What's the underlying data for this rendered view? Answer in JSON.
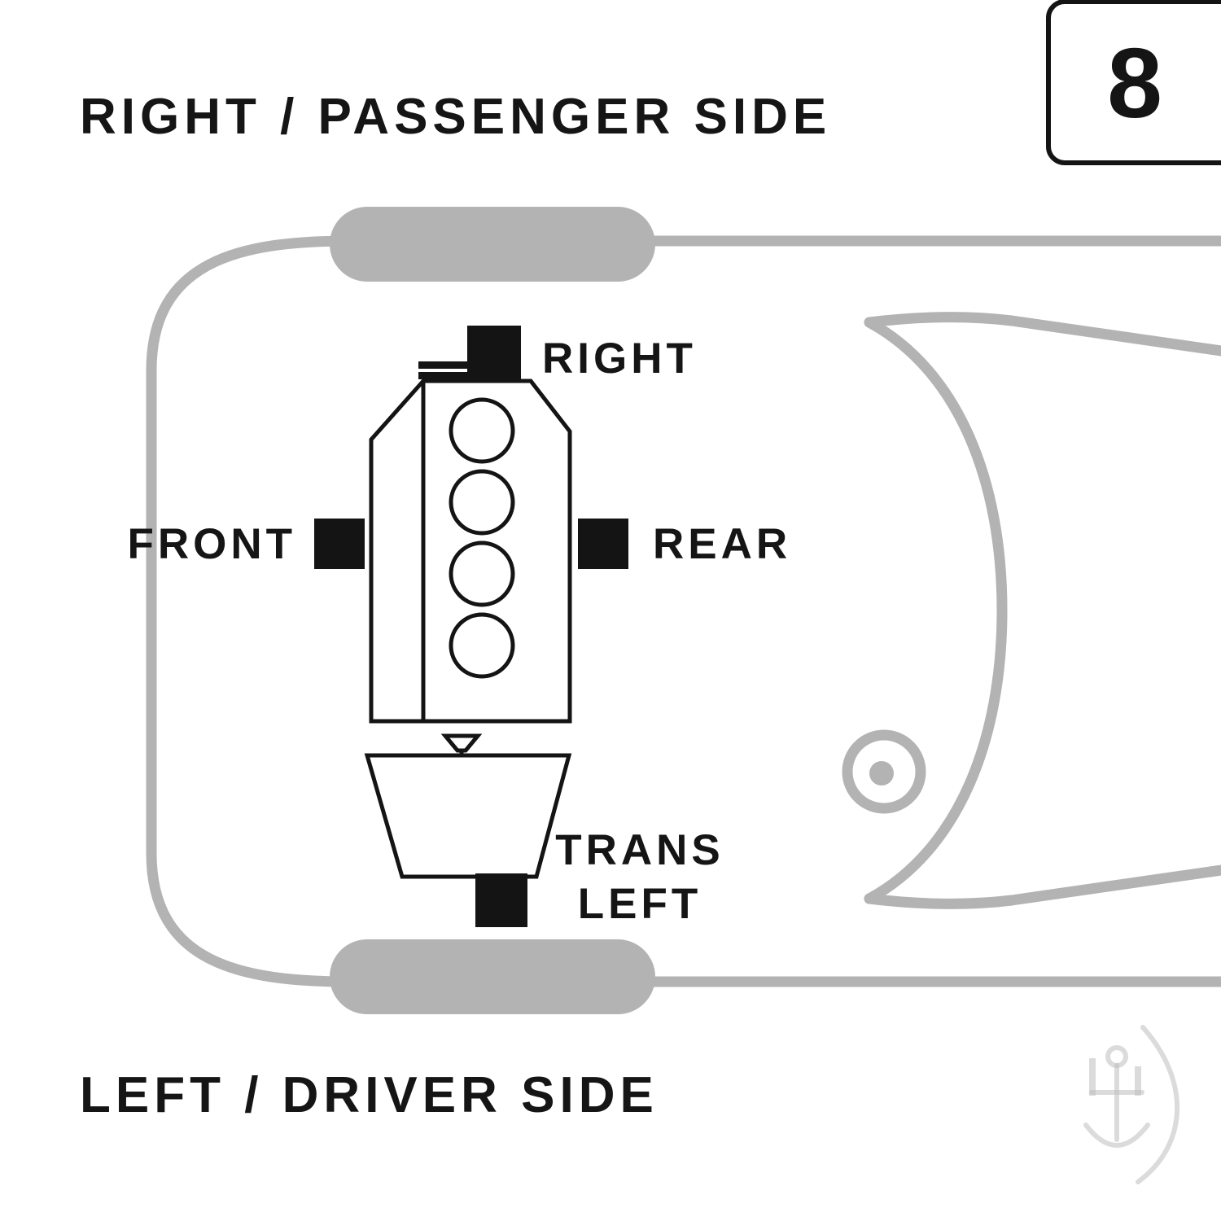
{
  "titles": {
    "top": "RIGHT / PASSENGER SIDE",
    "bottom": "LEFT / DRIVER SIDE"
  },
  "page_box": {
    "number": "8"
  },
  "mount_labels": {
    "right": "RIGHT",
    "front": "FRONT",
    "rear": "REAR",
    "trans_line1": "TRANS",
    "trans_line2": "LEFT"
  },
  "icons": {
    "watermark": "anchor-logo-icon"
  },
  "colors": {
    "diagram_black": "#141414",
    "car_outline_gray": "#b3b3b3",
    "watermark_gray": "#bdbdbd",
    "background": "#ffffff",
    "text": "#151515"
  }
}
